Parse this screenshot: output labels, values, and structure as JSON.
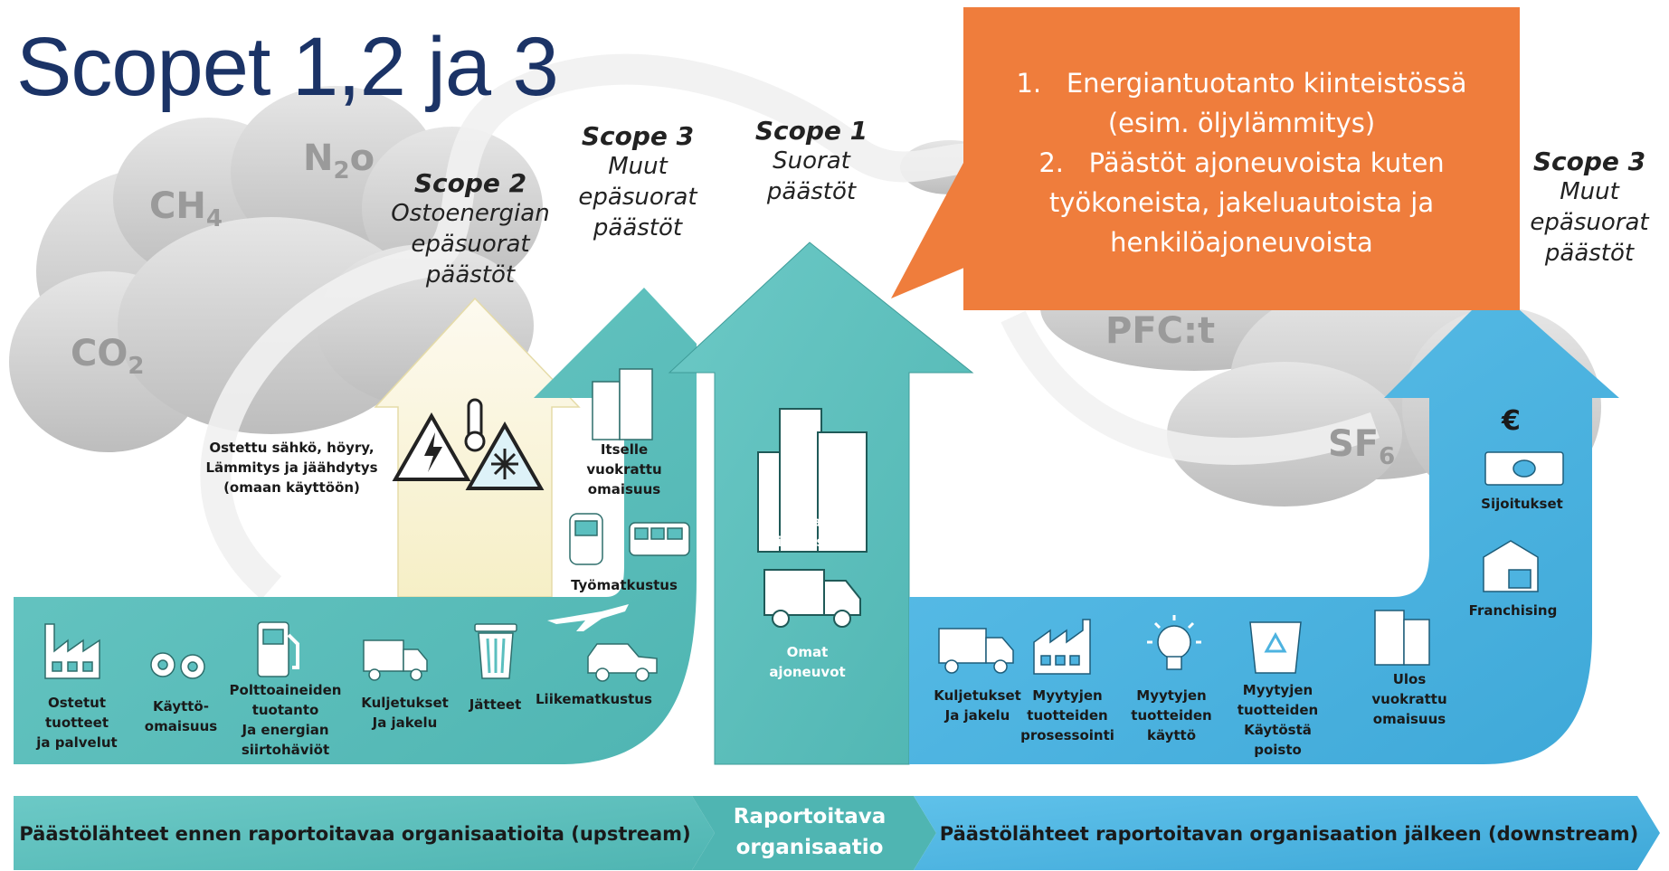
{
  "title": "Scopet 1,2 ja 3",
  "colors": {
    "teal": "#5bbfbf",
    "blue": "#4db3e0",
    "cream": "#fbf6dc",
    "orange": "#ef7d3c",
    "cloud": "#c9c9c9",
    "title": "#1b3366"
  },
  "gases": {
    "co2": "CO",
    "co2_sub": "2",
    "ch4": "CH",
    "ch4_sub": "4",
    "n2o_a": "N",
    "n2o_sub": "2",
    "n2o_b": "o",
    "pfc": "PFC:t",
    "sf6": "SF",
    "sf6_sub": "6"
  },
  "scope2": {
    "head": "Scope 2",
    "line1": "Ostoenergian",
    "line2": "epäsuorat",
    "line3": "päästöt"
  },
  "scope3_up": {
    "head": "Scope 3",
    "line1": "Muut",
    "line2": "epäsuorat",
    "line3": "päästöt"
  },
  "scope1": {
    "head": "Scope 1",
    "line1": "Suorat",
    "line2": "päästöt"
  },
  "scope3_down": {
    "head": "Scope 3",
    "line1": "Muut",
    "line2": "epäsuorat",
    "line3": "päästöt"
  },
  "callout": {
    "item1_num": "1.",
    "item1_line1": "Energiantuotanto kiinteistössä",
    "item1_line2": "(esim. öljylämmitys)",
    "item2_num": "2.",
    "item2_line1": "Päästöt ajoneuvoista kuten",
    "item2_line2": "työkoneista, jakeluautoista ja",
    "item2_line3": "henkilöajoneuvoista"
  },
  "upstream_items": {
    "purchased": [
      "Ostetut",
      "tuotteet",
      "ja palvelut"
    ],
    "capital": [
      "Käyttö-",
      "omaisuus"
    ],
    "fuel": [
      "Polttoaineiden",
      "tuotanto",
      "Ja energian",
      "siirtohäviöt"
    ],
    "transport": [
      "Kuljetukset",
      "Ja jakelu"
    ],
    "waste": [
      "Jätteet"
    ],
    "business_travel": [
      "Liikematkustus"
    ],
    "commuting": [
      "Työmatkustus"
    ],
    "leased": [
      "Itselle",
      "vuokrattu",
      "omaisuus"
    ],
    "energy": [
      "Ostettu sähkö, höyry,",
      "Lämmitys ja jäähdytys",
      "(omaan käyttöön)"
    ]
  },
  "scope1_items": {
    "buildings": [
      "Omat",
      "kiinteistöt"
    ],
    "vehicles": [
      "Omat",
      "ajoneuvot"
    ]
  },
  "downstream_items": {
    "transport": [
      "Kuljetukset",
      "Ja jakelu"
    ],
    "processing": [
      "Myytyjen",
      "tuotteiden",
      "prosessointi"
    ],
    "use": [
      "Myytyjen",
      "tuotteiden",
      "käyttö"
    ],
    "eol": [
      "Myytyjen",
      "tuotteiden",
      "Käytöstä",
      "poisto"
    ],
    "leased": [
      "Ulos",
      "vuokrattu",
      "omaisuus"
    ],
    "franchising": [
      "Franchising"
    ],
    "investments": [
      "Sijoitukset"
    ],
    "euro": "€"
  },
  "bottom_band": {
    "upstream": "Päästölähteet ennen raportoitavaa organisaatioita (upstream)",
    "org_line1": "Raportoitava",
    "org_line2": "organisaatio",
    "downstream": "Päästölähteet raportoitavan organisaation jälkeen (downstream)"
  }
}
